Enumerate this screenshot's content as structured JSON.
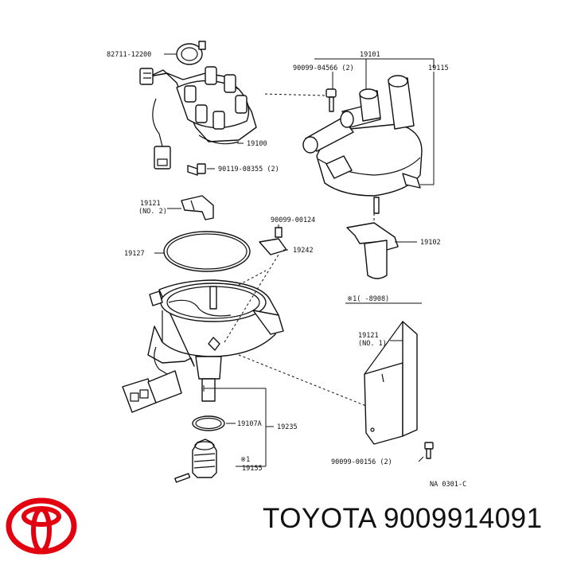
{
  "labels": {
    "l_82711": "82711-12200",
    "l_19101": "19101",
    "l_90099_04566": "90099-04566 (2)",
    "l_19115": "19115",
    "l_19100": "19100",
    "l_90119": "90119-08355 (2)",
    "l_19121_2a": "19121",
    "l_19121_2b": "(NO. 2)",
    "l_90099_00124": "90099-00124",
    "l_19242": "19242",
    "l_19102": "19102",
    "l_19127": "19127",
    "l_note": "※1(      -8908)",
    "l_19121_1a": "19121",
    "l_19121_1b": "(NO. 1)",
    "l_19107a": "19107A",
    "l_19235": "19235",
    "l_mark": "※1",
    "l_19155": "19155",
    "l_90099_00156": "90099-00156 (2)",
    "l_na": "NA 0301-C"
  },
  "brand": {
    "text": "TOYOTA 9009914091",
    "logo_color": "#e3000f"
  }
}
